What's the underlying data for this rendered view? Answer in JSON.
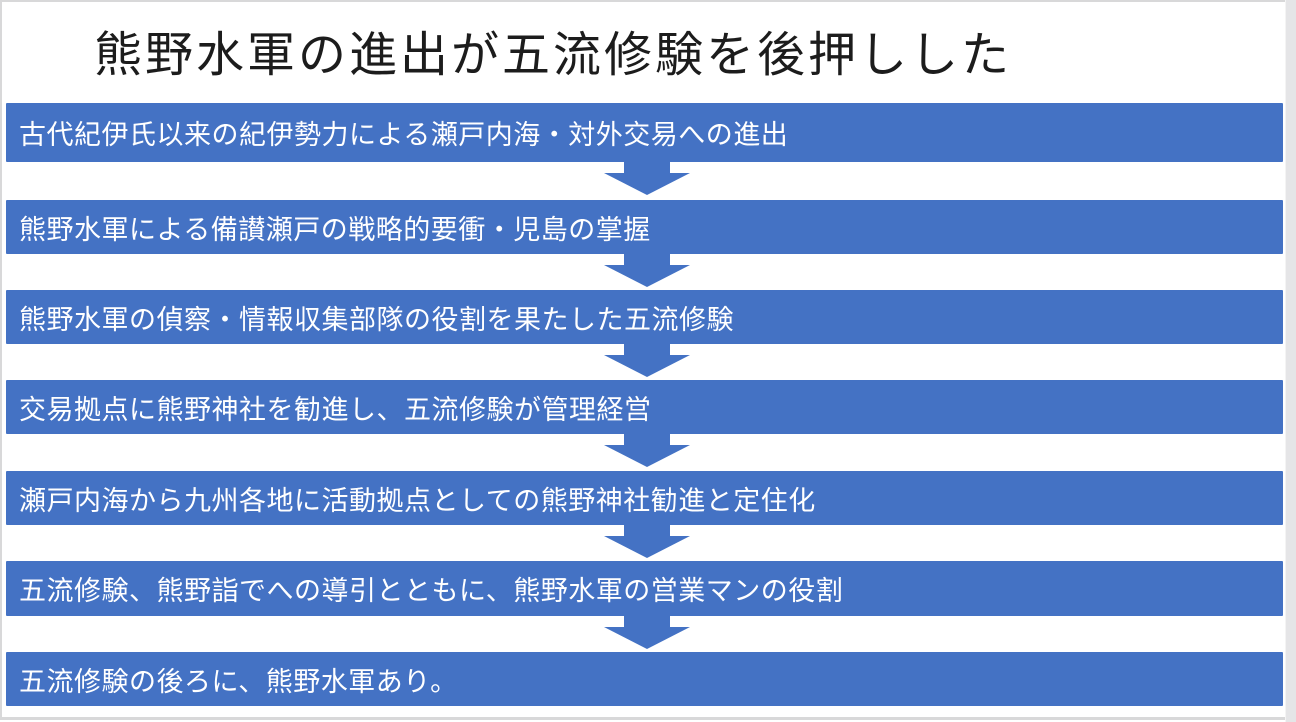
{
  "slide": {
    "title": "熊野水軍の進出が五流修験を後押しした",
    "steps": [
      "古代紀伊氏以来の紀伊勢力による瀬戸内海・対外交易への進出",
      "熊野水軍による備讃瀬戸の戦略的要衝・児島の掌握",
      "熊野水軍の偵察・情報収集部隊の役割を果たした五流修験",
      "交易拠点に熊野神社を勧進し、五流修験が管理経営",
      "瀬戸内海から九州各地に活動拠点としての熊野神社勧進と定住化",
      "五流修験、熊野詣でへの導引とともに、熊野水軍の営業マンの役割",
      "五流修験の後ろに、熊野水軍あり。"
    ],
    "colors": {
      "bar_fill": "#4472C4",
      "arrow_fill": "#4472C4",
      "bar_text": "#FFFFFF",
      "title_text": "#1C1C1C",
      "frame_gray": "#D8D8D9",
      "strip_gray": "#E5E5E7"
    }
  }
}
